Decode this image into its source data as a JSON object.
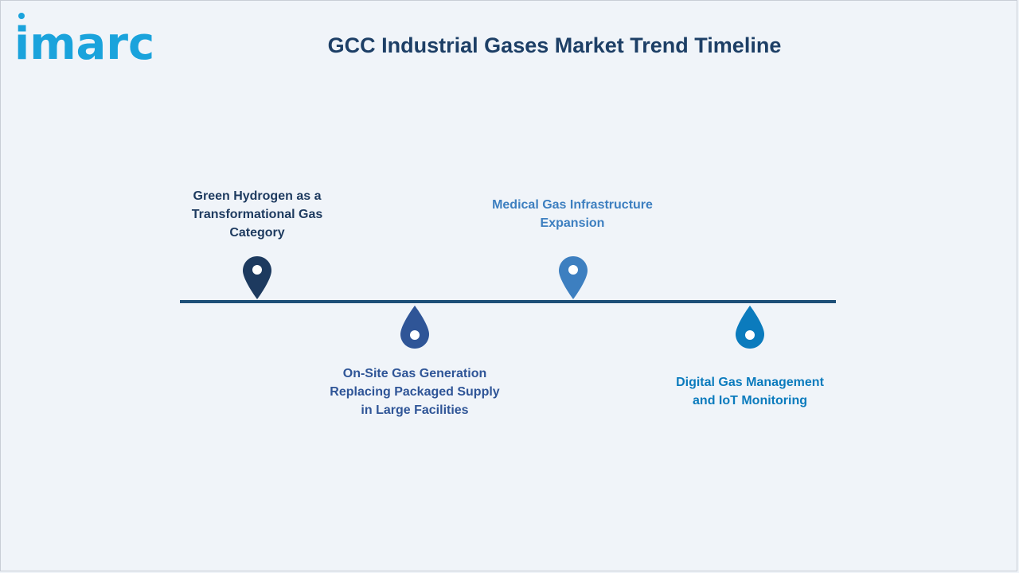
{
  "brand": {
    "logo_text": "imarc",
    "logo_color": "#1aa3dc"
  },
  "title": "GCC Industrial Gases Market Trend Timeline",
  "colors": {
    "title": "#1d3f66",
    "line": "#1d4f78",
    "milestone_1": "#1d3a5f",
    "milestone_2": "#2f5597",
    "milestone_3": "#3d7fc0",
    "milestone_4": "#0b7bbd"
  },
  "milestones": [
    {
      "label": "Green Hydrogen as a\nTransformational Gas\nCategory",
      "position": "above",
      "icon": "map-pin-icon"
    },
    {
      "label": "On-Site Gas Generation\nReplacing Packaged Supply\nin Large Facilities",
      "position": "below",
      "icon": "drop-pin-icon"
    },
    {
      "label": "Medical Gas Infrastructure\nExpansion",
      "position": "above",
      "icon": "map-pin-icon"
    },
    {
      "label": "Digital Gas Management\nand IoT Monitoring",
      "position": "below",
      "icon": "drop-pin-icon"
    }
  ]
}
